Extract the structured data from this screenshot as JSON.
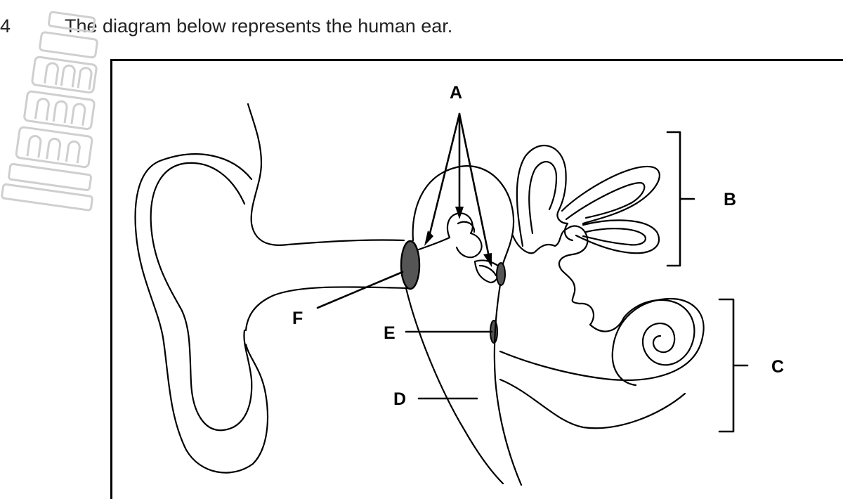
{
  "question": {
    "number": "4",
    "text": "The diagram below represents the human ear."
  },
  "diagram": {
    "labels": {
      "A": "A",
      "B": "B",
      "C": "C",
      "D": "D",
      "E": "E",
      "F": "F"
    },
    "colors": {
      "line": "#000000",
      "eardrum_fill": "#555555",
      "watermark": "#cfcfcf"
    },
    "watermark_icon": "leaning-tower-icon"
  }
}
